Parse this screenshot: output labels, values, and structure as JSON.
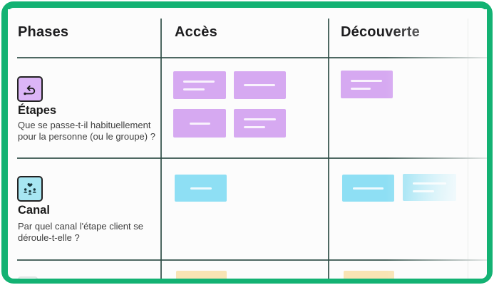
{
  "frame": {
    "border_color": "#13b273"
  },
  "columns": [
    {
      "label": "Phases"
    },
    {
      "label": "Accès"
    },
    {
      "label": "Découverte"
    }
  ],
  "rows": [
    {
      "title": "Étapes",
      "description": "Que se passe-t-il habituellement pour la personne (ou le groupe) ?",
      "icon": "route-steps-icon",
      "icon_bg": "#dcb5f7",
      "notes": [
        {
          "column": "Accès",
          "color": "purple",
          "lines": 2
        },
        {
          "column": "Accès",
          "color": "purple",
          "lines": 1
        },
        {
          "column": "Accès",
          "color": "purple",
          "lines": 1
        },
        {
          "column": "Accès",
          "color": "purple",
          "lines": 2
        },
        {
          "column": "Découverte",
          "color": "purple",
          "lines": 2
        }
      ]
    },
    {
      "title": "Canal",
      "description": "Par quel canal l'étape client se déroule-t-elle ?",
      "icon": "people-heart-icon",
      "icon_bg": "#a7e6f2",
      "notes": [
        {
          "column": "Accès",
          "color": "cyan",
          "lines": 1
        },
        {
          "column": "Découverte",
          "color": "cyan",
          "lines": 1
        },
        {
          "column": "Découverte",
          "color": "cyan",
          "lines": 2
        }
      ]
    },
    {
      "title": "",
      "notes": [
        {
          "column": "Accès",
          "color": "orange",
          "lines": 0
        },
        {
          "column": "Découverte",
          "color": "orange",
          "lines": 0
        }
      ]
    }
  ],
  "colors": {
    "sticky_purple": "#d6a9f1",
    "sticky_cyan": "#8edff4",
    "sticky_orange": "#f8e4b4",
    "grid_line": "#2f4d46"
  }
}
